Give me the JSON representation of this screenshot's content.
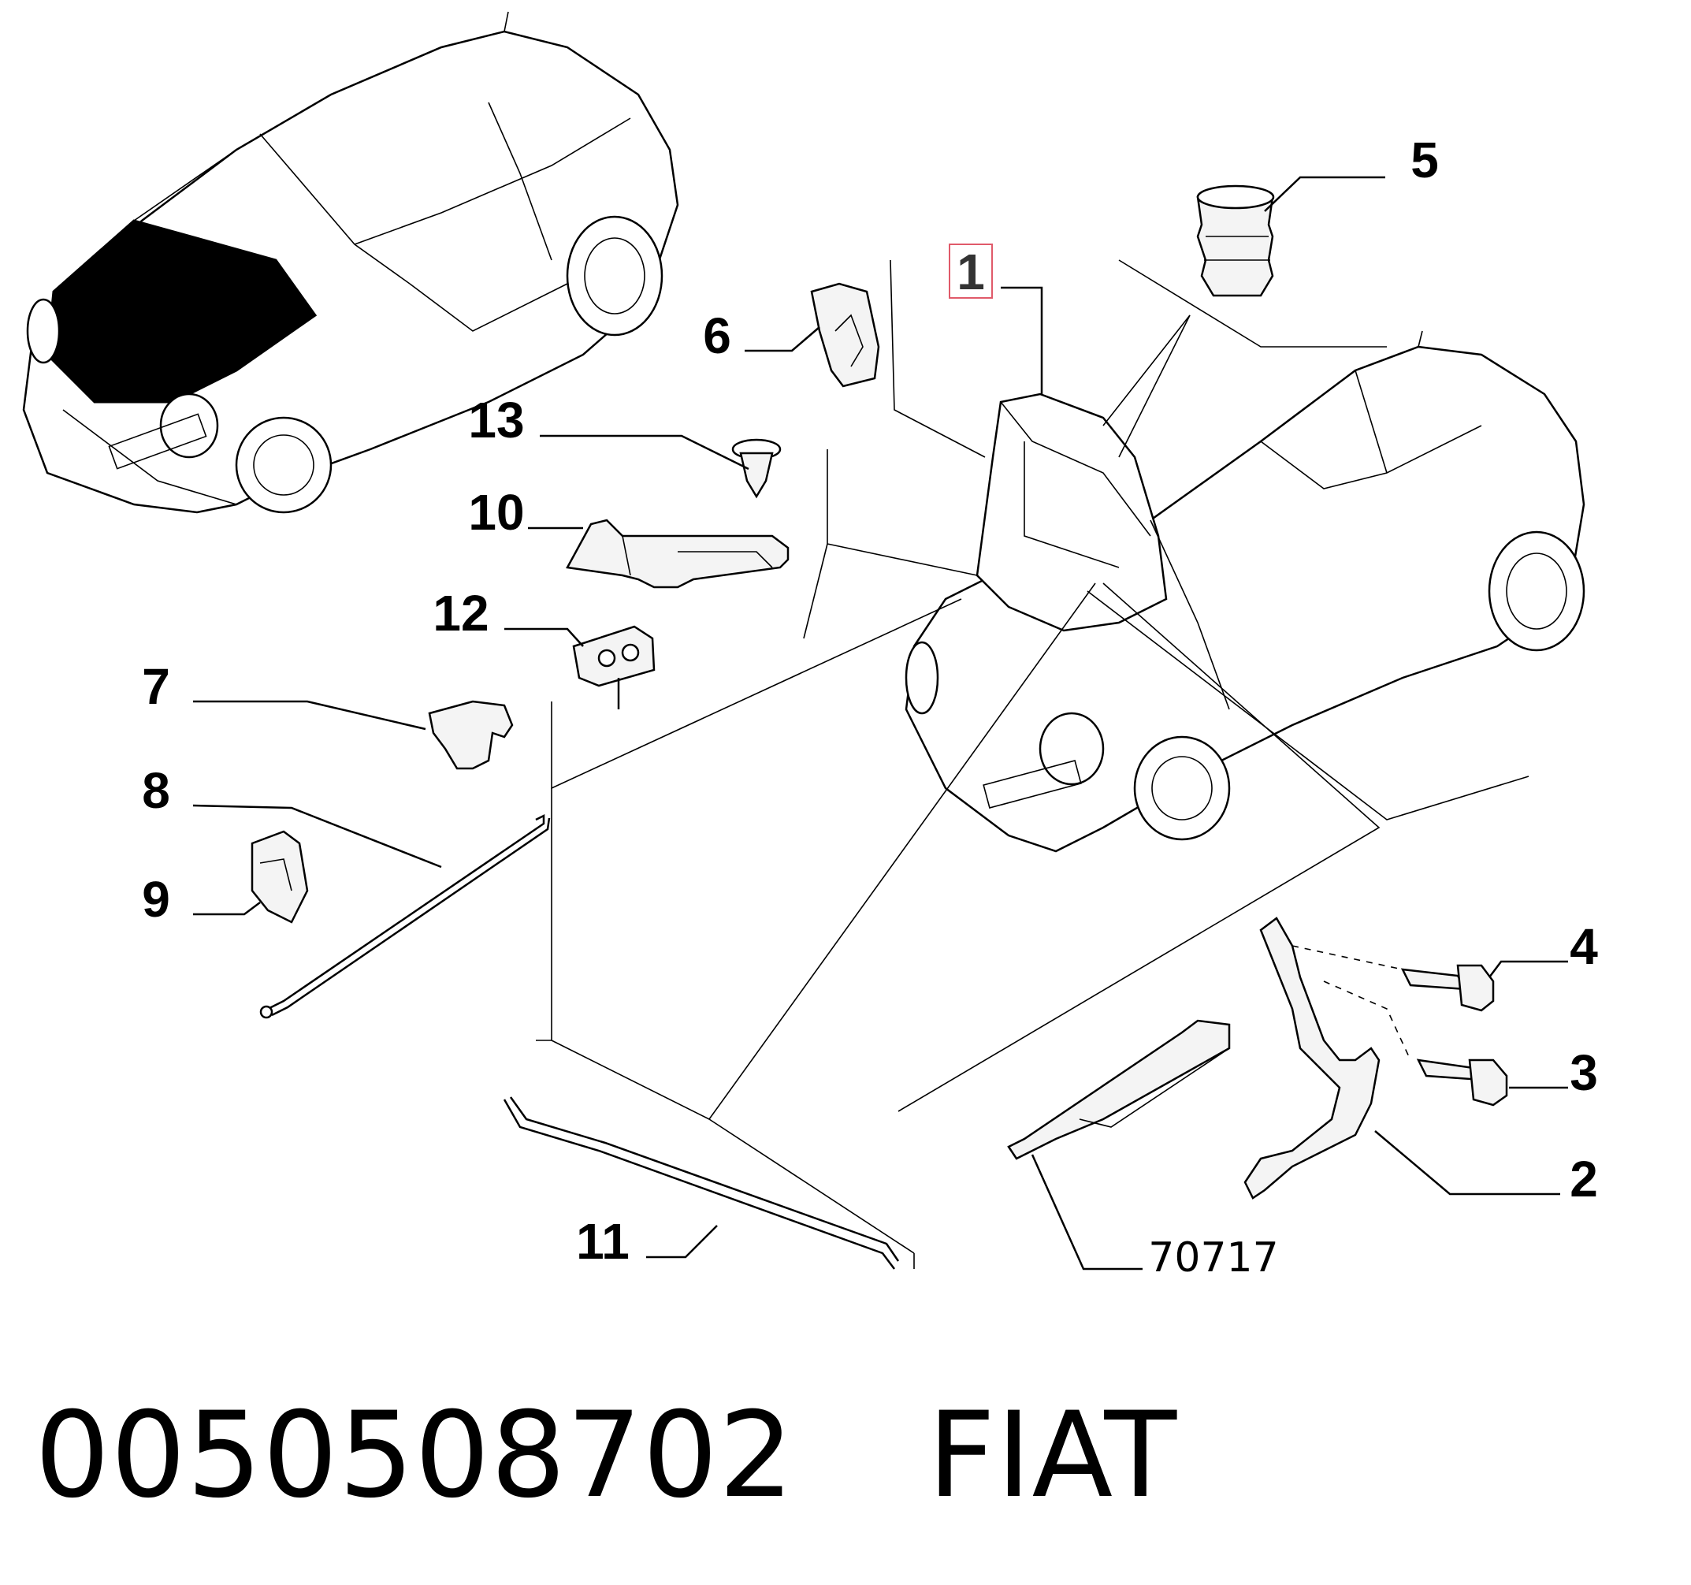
{
  "diagram": {
    "callouts": {
      "c1": "1",
      "c2": "2",
      "c3": "3",
      "c4": "4",
      "c5": "5",
      "c6": "6",
      "c7": "7",
      "c8": "8",
      "c9": "9",
      "c10": "10",
      "c11": "11",
      "c12": "12",
      "c13": "13",
      "ref": "70717"
    },
    "highlight_color": "#e05a6a"
  },
  "footer": {
    "part_number": "0050508702",
    "brand": "FIAT"
  }
}
